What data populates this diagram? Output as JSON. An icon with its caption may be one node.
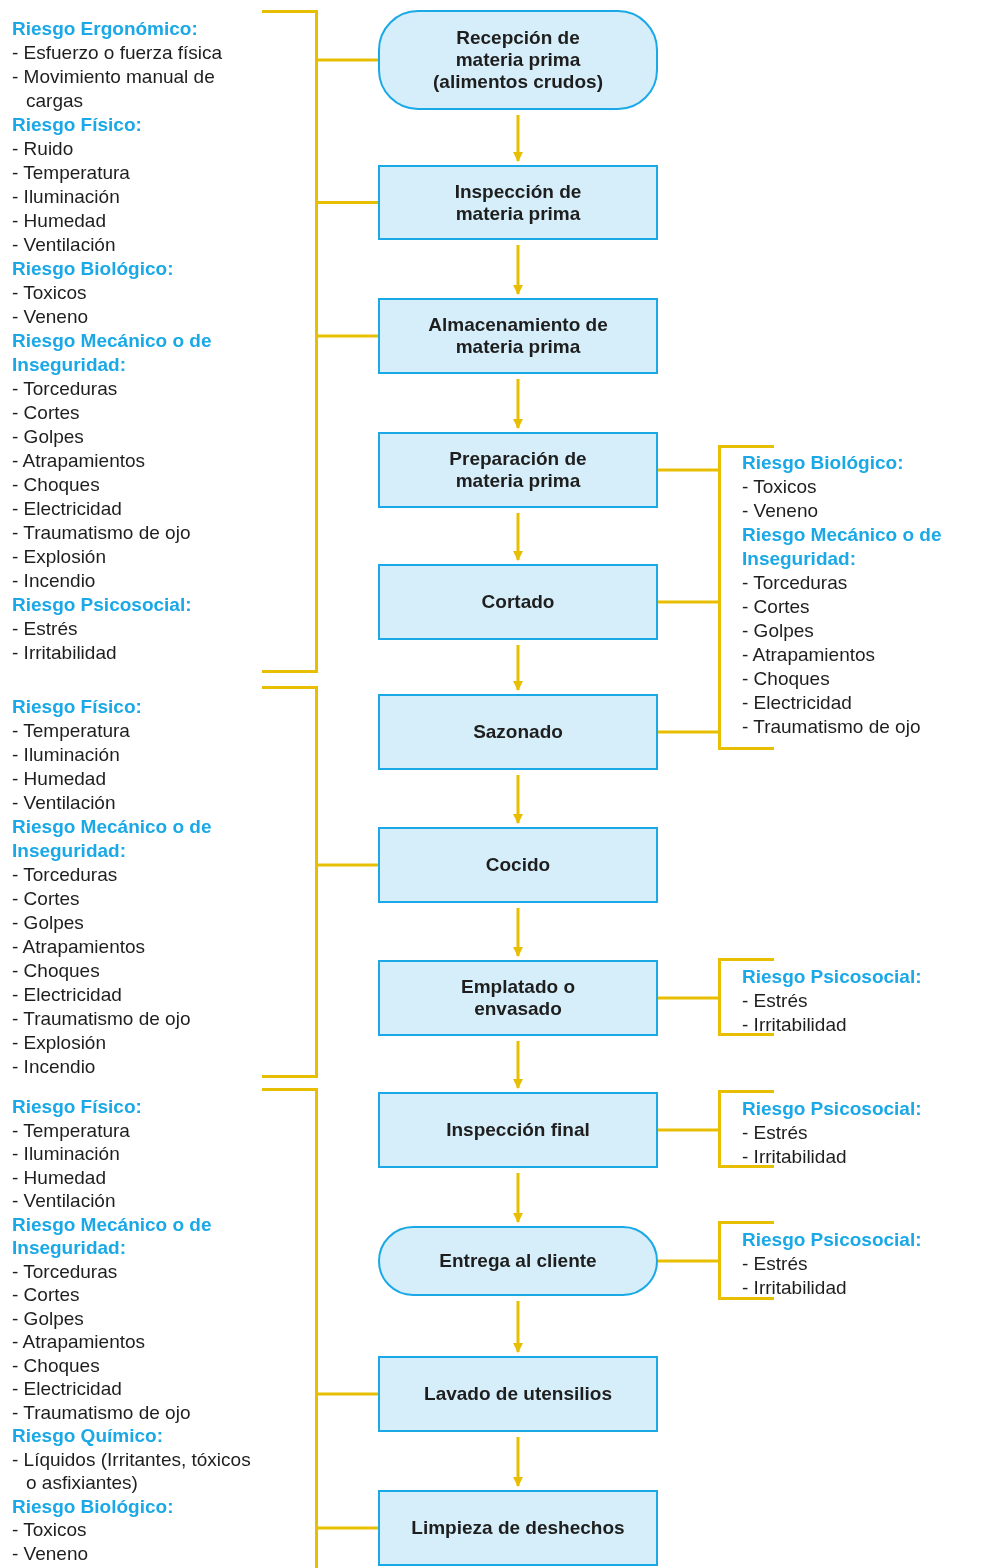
{
  "diagram": {
    "nodes": [
      {
        "text": [
          "Recepción de materia prima (alimentos crudos)"
        ]
      },
      {
        "text": [
          "Inspección de materia prima"
        ]
      },
      {
        "text": [
          "Almacenamiento de materia prima"
        ]
      },
      {
        "text": [
          "Preparación de materia prima"
        ]
      },
      {
        "text": [
          "Cortado"
        ]
      },
      {
        "text": [
          "Sazonado"
        ]
      },
      {
        "text": [
          "Cocido"
        ]
      },
      {
        "text": [
          "Emplatado o envasado"
        ]
      },
      {
        "text": [
          "Inspección final"
        ]
      },
      {
        "text": [
          "Entrega al cliente"
        ]
      },
      {
        "text": [
          "Lavado de utensilios"
        ]
      },
      {
        "text": [
          "Limpieza de deshechos"
        ]
      },
      {
        "text": [
          "Riesgo Ergonómico:",
          "- Esfuerzo o fuerza física",
          "- Movimiento manual de cargas",
          "Riesgo Físico:",
          "- Ruido",
          "- Temperatura",
          "- Iluminación",
          "- Humedad",
          "- Ventilación",
          "Riesgo Biológico:",
          "- Toxicos",
          "- Veneno",
          "Riesgo Mecánico o de Inseguridad:",
          "- Torceduras",
          "- Cortes",
          "- Golpes",
          "- Atrapamientos",
          "- Choques",
          "- Electricidad",
          "- Traumatismo de ojo",
          "- Explosión",
          "- Incendio",
          "Riesgo Psicosocial:",
          "- Estrés",
          "- Irritabilidad"
        ]
      },
      {
        "text": [
          "Riesgo Físico:",
          "- Temperatura",
          "- Iluminación",
          "- Humedad",
          "- Ventilación",
          "Riesgo Mecánico o de Inseguridad:",
          "- Torceduras",
          "- Cortes",
          "- Golpes",
          "- Atrapamientos",
          "- Choques",
          "- Electricidad",
          "- Traumatismo de ojo",
          "- Explosión",
          "- Incendio"
        ]
      },
      {
        "text": [
          "Riesgo Físico:",
          "- Temperatura",
          "- Iluminación",
          "- Humedad",
          "- Ventilación",
          "Riesgo Mecánico o de Inseguridad:",
          "- Torceduras",
          "- Cortes",
          "- Golpes",
          "- Atrapamientos",
          "- Choques",
          "- Electricidad",
          "- Traumatismo de ojo",
          "Riesgo Químico:",
          "- Líquidos (Irritantes, tóxicos o asfixiantes)",
          "Riesgo Biológico:",
          "- Toxicos",
          "- Veneno"
        ]
      },
      {
        "text": [
          "Riesgo Biológico:",
          "- Toxicos",
          "- Veneno",
          "Riesgo Mecánico o de Inseguridad:",
          "- Torceduras",
          "- Cortes",
          "- Golpes",
          "- Atrapamientos",
          "- Choques",
          "- Electricidad",
          "- Traumatismo de ojo"
        ]
      },
      {
        "text": [
          "Riesgo Psicosocial:",
          "- Estrés",
          "- Irritabilidad"
        ]
      },
      {
        "text": [
          "Riesgo Psicosocial:",
          "- Estrés",
          "- Irritabilidad"
        ]
      },
      {
        "text": [
          "Riesgo Psicosocial:",
          "- Estrés",
          "- Irritabilidad"
        ]
      }
    ],
    "edges": [
      {
        "from": 0,
        "to": 1,
        "arrow": "to"
      },
      {
        "from": 1,
        "to": 2,
        "arrow": "to"
      },
      {
        "from": 2,
        "to": 3,
        "arrow": "to"
      },
      {
        "from": 3,
        "to": 4,
        "arrow": "to"
      },
      {
        "from": 4,
        "to": 5,
        "arrow": "to"
      },
      {
        "from": 5,
        "to": 6,
        "arrow": "to"
      },
      {
        "from": 6,
        "to": 7,
        "arrow": "to"
      },
      {
        "from": 7,
        "to": 8,
        "arrow": "to"
      },
      {
        "from": 8,
        "to": 9,
        "arrow": "to"
      },
      {
        "from": 9,
        "to": 10,
        "arrow": "to"
      },
      {
        "from": 10,
        "to": 11,
        "arrow": "to"
      },
      {
        "from": 12,
        "to": 0,
        "arrow": "none"
      },
      {
        "from": 12,
        "to": 1,
        "arrow": "none"
      },
      {
        "from": 12,
        "to": 2,
        "arrow": "none"
      },
      {
        "from": 13,
        "to": 6,
        "arrow": "none"
      },
      {
        "from": 14,
        "to": 10,
        "arrow": "none"
      },
      {
        "from": 14,
        "to": 11,
        "arrow": "none"
      },
      {
        "from": 15,
        "to": 3,
        "arrow": "none"
      },
      {
        "from": 15,
        "to": 4,
        "arrow": "none"
      },
      {
        "from": 15,
        "to": 5,
        "arrow": "none"
      },
      {
        "from": 16,
        "to": 7,
        "arrow": "none"
      },
      {
        "from": 17,
        "to": 8,
        "arrow": "none"
      },
      {
        "from": 18,
        "to": 9,
        "arrow": "none"
      }
    ]
  }
}
